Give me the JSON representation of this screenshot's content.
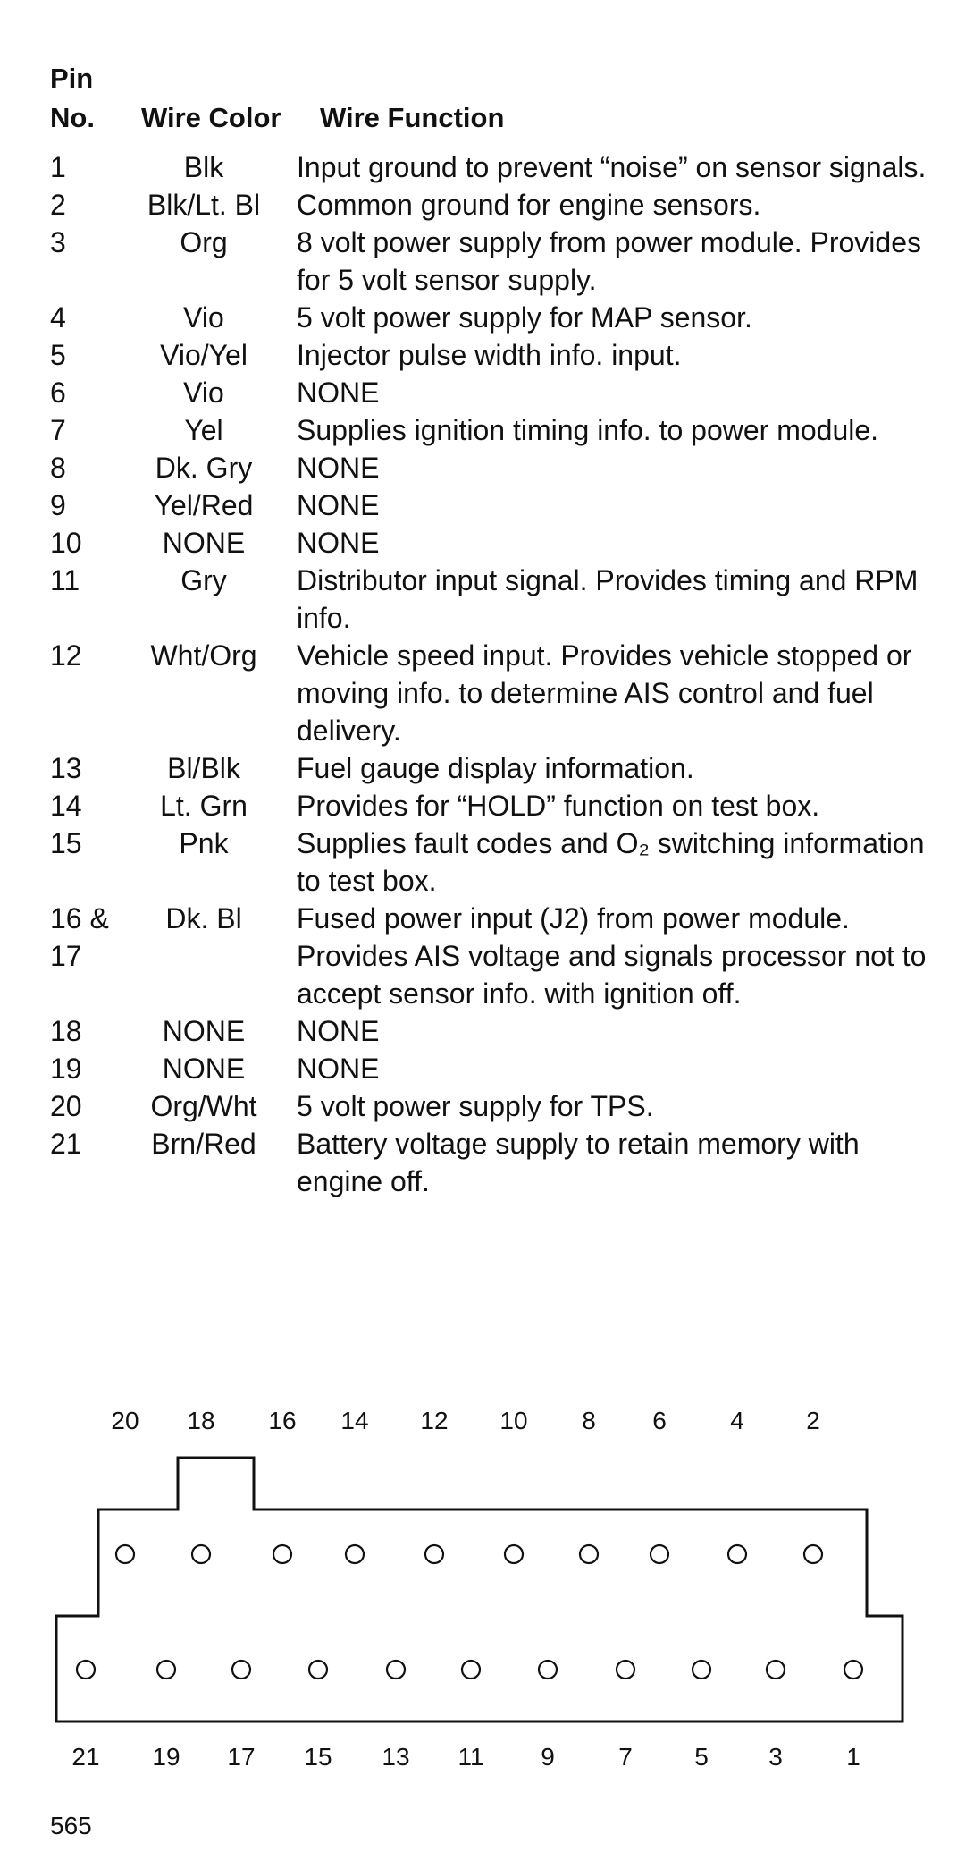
{
  "header": {
    "pin_line1": "Pin",
    "pin_line2": "No.",
    "wire_color": "Wire Color",
    "wire_function": "Wire Function"
  },
  "rows": [
    {
      "pin": "1",
      "color": "Blk",
      "function": "Input ground to prevent “noise” on sensor signals."
    },
    {
      "pin": "2",
      "color": "Blk/Lt. Bl",
      "function": "Common ground for engine sensors."
    },
    {
      "pin": "3",
      "color": "Org",
      "function": "8 volt power supply from power module. Provides for 5 volt sensor supply."
    },
    {
      "pin": "4",
      "color": "Vio",
      "function": "5 volt power supply for MAP sensor."
    },
    {
      "pin": "5",
      "color": "Vio/Yel",
      "function": "Injector pulse width info. input."
    },
    {
      "pin": "6",
      "color": "Vio",
      "function": "NONE"
    },
    {
      "pin": "7",
      "color": "Yel",
      "function": "Supplies ignition timing info. to power module."
    },
    {
      "pin": "8",
      "color": "Dk. Gry",
      "function": "NONE"
    },
    {
      "pin": "9",
      "color": "Yel/Red",
      "function": "NONE"
    },
    {
      "pin": "10",
      "color": "NONE",
      "function": "NONE"
    },
    {
      "pin": "11",
      "color": "Gry",
      "function": "Distributor input signal. Provides timing and RPM info."
    },
    {
      "pin": "12",
      "color": "Wht/Org",
      "function": "Vehicle speed input. Provides vehicle stopped or moving info. to determine AIS control and fuel delivery."
    },
    {
      "pin": "13",
      "color": "Bl/Blk",
      "function": "Fuel gauge display information."
    },
    {
      "pin": "14",
      "color": "Lt. Grn",
      "function": "Provides for “HOLD” function on test box."
    },
    {
      "pin": "15",
      "color": "Pnk",
      "function": "Supplies fault codes and O₂ switching information to test box."
    },
    {
      "pin": "16 &\n 17",
      "color": "Dk. Bl",
      "function": "Fused power input (J2) from power module. Provides AIS voltage and signals processor not to accept sensor info. with ignition off."
    },
    {
      "pin": "18",
      "color": "NONE",
      "function": "NONE"
    },
    {
      "pin": "19",
      "color": "NONE",
      "function": "NONE"
    },
    {
      "pin": "20",
      "color": "Org/Wht",
      "function": "5 volt power supply for TPS."
    },
    {
      "pin": "21",
      "color": "Brn/Red",
      "function": "Battery voltage supply to retain memory with engine off."
    }
  ],
  "connector": {
    "top_labels": [
      "20",
      "18",
      "16",
      "14",
      "12",
      "10",
      "8",
      "6",
      "4",
      "2"
    ],
    "bottom_labels": [
      "21",
      "19",
      "17",
      "15",
      "13",
      "11",
      "9",
      "7",
      "5",
      "3",
      "1"
    ]
  },
  "page_number": "565"
}
